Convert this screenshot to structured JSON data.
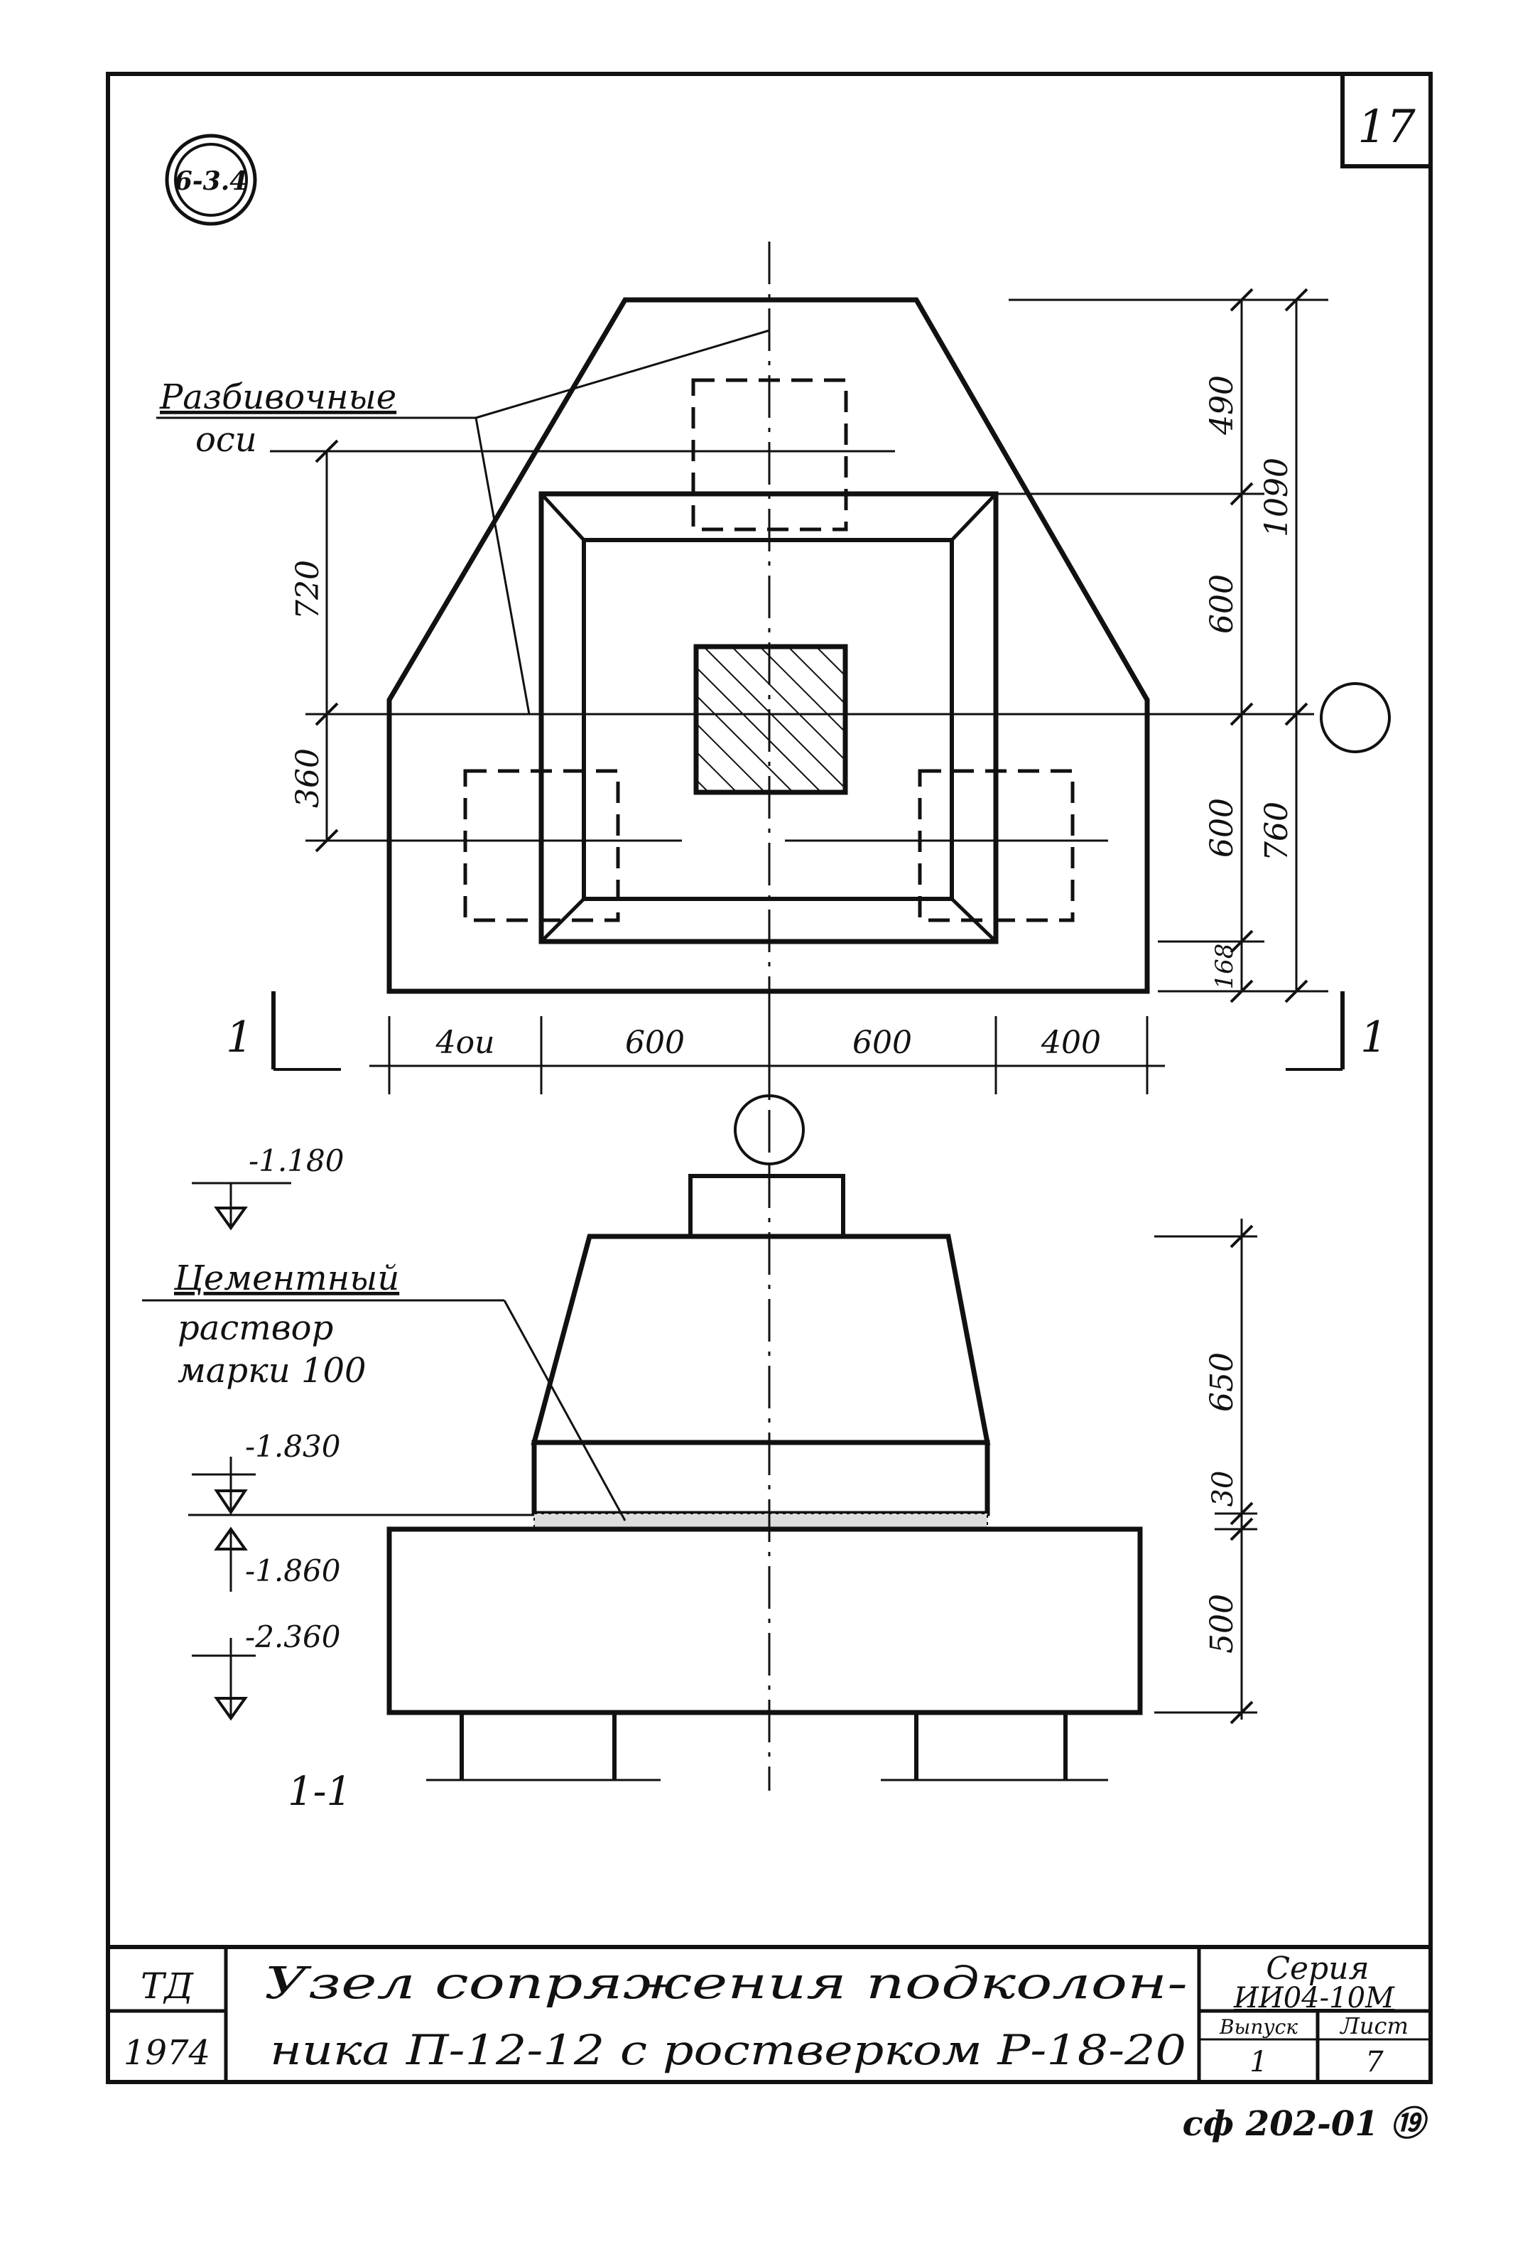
{
  "sheet": {
    "number": "17",
    "stamp": "6-3.4",
    "bottom_code": "сф 202-01 ⑲"
  },
  "plan": {
    "callout_axes_line1": "Разбивочные",
    "callout_axes_line2": "оси",
    "dims_left": [
      "720",
      "360"
    ],
    "dims_right_inner": [
      "490",
      "600",
      "600",
      "168"
    ],
    "dims_right_outer": [
      "1090",
      "760"
    ],
    "dims_bottom": [
      "4ou",
      "600",
      "600",
      "400"
    ],
    "section_mark": "1"
  },
  "section": {
    "label": "1-1",
    "callout_mortar": [
      "Цементный",
      "раствор",
      "марки 100"
    ],
    "levels": [
      "-1.180",
      "-1.830",
      "-1.860",
      "-2.360"
    ],
    "dims_right": [
      "650",
      "30",
      "500"
    ]
  },
  "title_block": {
    "org": "ТД",
    "year": "1974",
    "title_line1": "Узел сопряжения подколон-",
    "title_line2": "ника П-12-12 с ростверком Р-18-20",
    "series_label": "Серия",
    "series_value": "ИИ04-10М",
    "issue_label": "Выпуск",
    "issue_value": "1",
    "sheet_label": "Лист",
    "sheet_value": "7"
  }
}
